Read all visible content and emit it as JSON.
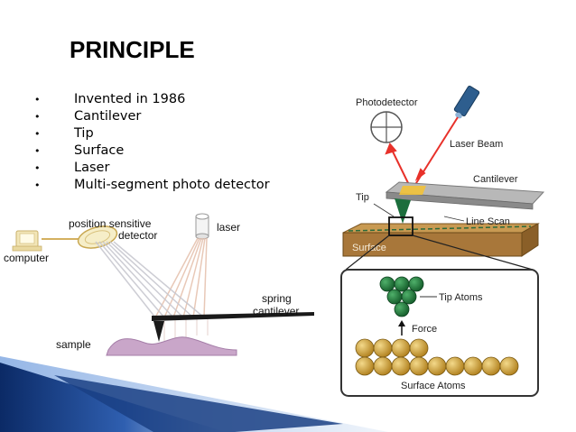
{
  "title": "PRINCIPLE",
  "bullets": [
    "Invented in 1986",
    "Cantilever",
    "Tip",
    "Surface",
    "Laser",
    "Multi-segment photo detector"
  ],
  "left_diagram": {
    "position_sensitive": "position sensitive",
    "detector": "detector",
    "laser": "laser",
    "computer": "computer",
    "spring": "spring",
    "cantilever": "cantilever",
    "sample": "sample"
  },
  "right_diagram": {
    "photodetector": "Photodetector",
    "laser_beam": "Laser Beam",
    "cantilever": "Cantilever",
    "tip": "Tip",
    "line_scan": "Line Scan",
    "surface": "Surface",
    "tip_atoms": "Tip Atoms",
    "force": "Force",
    "surface_atoms": "Surface Atoms"
  },
  "colors": {
    "laser_red": "#e8312a",
    "atom_green": "#1e7a3a",
    "atom_gold": "#c8962a",
    "surface_brown": "#a8773a",
    "footer_navy": "#0b2a66"
  }
}
